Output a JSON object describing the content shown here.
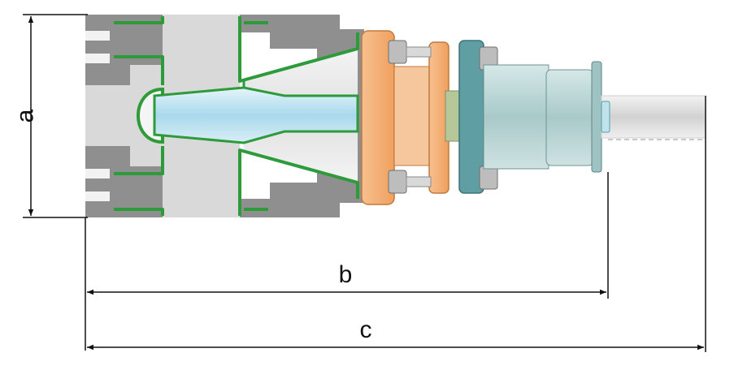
{
  "diagram": {
    "dimension_labels": {
      "height": "a",
      "length_short": "b",
      "length_total": "c"
    },
    "colors": {
      "housing_dark": "#8e8e8e",
      "housing_light": "#d8d8d8",
      "seal_green": "#2e9b3a",
      "insulator_blue": "#bfe3ef",
      "flange_orange": "#f3a567",
      "flange_teal": "#5f9ea3",
      "body_teal": "#b7d3d3",
      "rod_grey": "#e2e2e2",
      "bolt_grey": "#b9b9b9",
      "line": "#111111"
    }
  }
}
